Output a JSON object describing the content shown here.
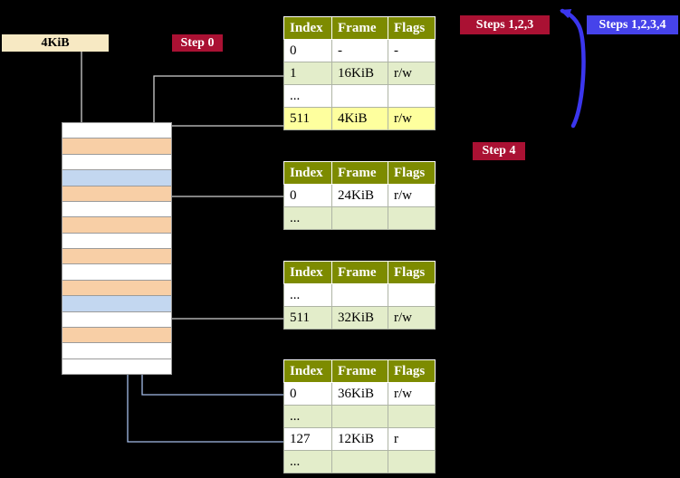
{
  "labels": {
    "frame_size": "4KiB",
    "step0": "Step 0",
    "steps123": "Steps 1,2,3",
    "steps1234": "Steps 1,2,3,4",
    "step4": "Step 4"
  },
  "colors": {
    "background": "#000000",
    "step_label_red": "#aa1133",
    "steps_label_blue": "#4643ea",
    "table_header_olive": "#7d8b00",
    "table_row_green": "#e3edca",
    "table_row_highlight_yellow": "#feff9e",
    "memory_frame_peach": "#f8cfa6",
    "memory_frame_blue": "#c3d7f0",
    "frame_size_label_beige": "#f7e9c3",
    "gray_connector": "#cfcfcf",
    "blue_connector": "#a4bbe8",
    "recursive_arrow_blue": "#3b36ee"
  },
  "memory": {
    "rows": [
      "white",
      "peach",
      "white",
      "blue",
      "peach",
      "white",
      "peach",
      "white",
      "peach",
      "white",
      "peach",
      "blue",
      "white",
      "peach",
      "white",
      "white"
    ]
  },
  "tables": [
    {
      "name": "page-table-level-top",
      "headers": [
        "Index",
        "Frame",
        "Flags"
      ],
      "rows": [
        {
          "style": "white",
          "cells": [
            "0",
            "-",
            "-"
          ]
        },
        {
          "style": "green",
          "cells": [
            "1",
            "16KiB",
            "r/w"
          ]
        },
        {
          "style": "white",
          "cells": [
            "...",
            "",
            ""
          ]
        },
        {
          "style": "yellow",
          "cells": [
            "511",
            "4KiB",
            "r/w"
          ]
        }
      ]
    },
    {
      "name": "page-table-second",
      "headers": [
        "Index",
        "Frame",
        "Flags"
      ],
      "rows": [
        {
          "style": "white",
          "cells": [
            "0",
            "24KiB",
            "r/w"
          ]
        },
        {
          "style": "green",
          "cells": [
            "...",
            "",
            ""
          ]
        }
      ]
    },
    {
      "name": "page-table-third",
      "headers": [
        "Index",
        "Frame",
        "Flags"
      ],
      "rows": [
        {
          "style": "white",
          "cells": [
            "...",
            "",
            ""
          ]
        },
        {
          "style": "green",
          "cells": [
            "511",
            "32KiB",
            "r/w"
          ]
        }
      ]
    },
    {
      "name": "page-table-bottom",
      "headers": [
        "Index",
        "Frame",
        "Flags"
      ],
      "rows": [
        {
          "style": "white",
          "cells": [
            "0",
            "36KiB",
            "r/w"
          ]
        },
        {
          "style": "green",
          "cells": [
            "...",
            "",
            ""
          ]
        },
        {
          "style": "white",
          "cells": [
            "127",
            "12KiB",
            "r"
          ]
        },
        {
          "style": "green",
          "cells": [
            "...",
            "",
            ""
          ]
        }
      ]
    }
  ]
}
